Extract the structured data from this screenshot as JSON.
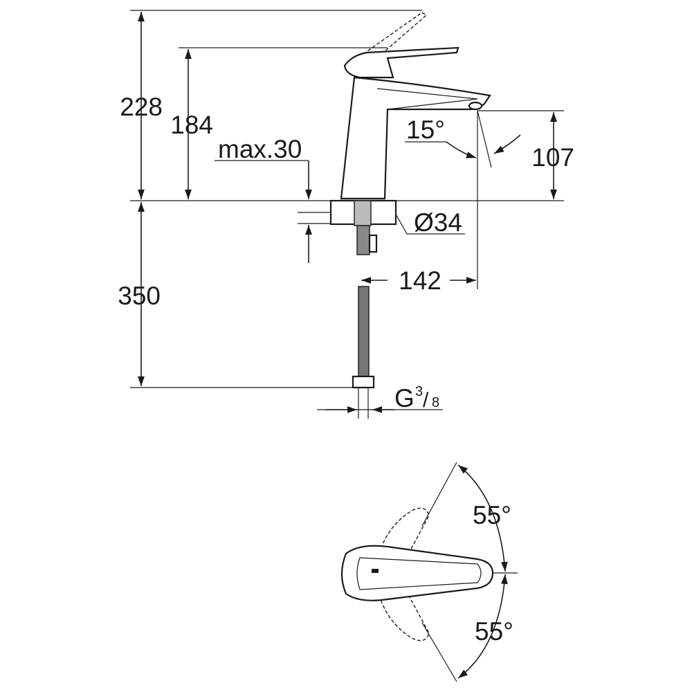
{
  "dimensions": {
    "total_height": "228",
    "handle_height": "184",
    "max_thickness": "max.30",
    "spout_angle": "15°",
    "spout_height": "107",
    "hole_diameter": "Ø34",
    "spout_reach": "142",
    "hose_length": "350",
    "thread_main": "G",
    "thread_num": "3",
    "thread_den": "8",
    "rotation_up": "55°",
    "rotation_down": "55°"
  }
}
